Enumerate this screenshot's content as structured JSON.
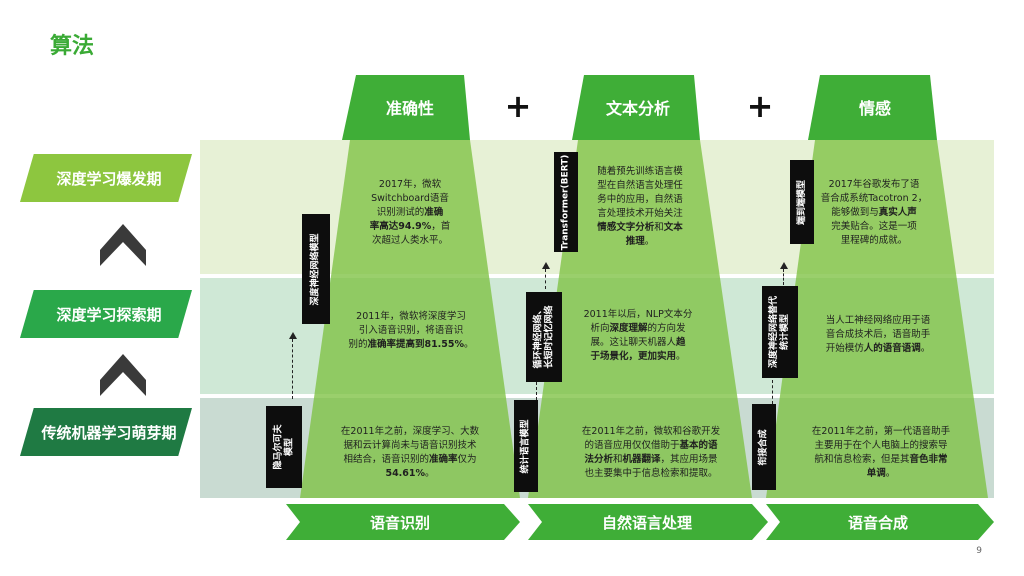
{
  "title": "算法",
  "columns": [
    {
      "header": "准确性",
      "footer": "语音识别"
    },
    {
      "header": "文本分析",
      "footer": "自然语言处理"
    },
    {
      "header": "情感",
      "footer": "语音合成"
    }
  ],
  "plus_symbol": "+",
  "rows": [
    {
      "label": "深度学习爆发期"
    },
    {
      "label": "深度学习探索期"
    },
    {
      "label": "传统机器学习萌芽期"
    }
  ],
  "cells": {
    "c1_r1": {
      "a": "2017年，微软",
      "b": "Switchboard语音",
      "c": "识别测试的",
      "c_bold": "准确",
      "d_bold": "率高达94.9%",
      "d": "，首",
      "e": "次超过人类水平。"
    },
    "c1_r2": {
      "a": "2011年，微软将深度学习",
      "b": "引入语音识别，将语音识",
      "c": "别的",
      "c_bold": "准确率提高到81.55%",
      "d": "。"
    },
    "c1_r3": {
      "a": "在2011年之前，深度学习、大数",
      "b": "据和云计算尚未与语音识别技术",
      "c": "相结合，语音识别的",
      "c_bold": "准确率",
      "d": "仅为",
      "e_bold": "54.61%",
      "e": "。"
    },
    "c2_r1": {
      "a": "随着预先训练语言模",
      "b": "型在自然语言处理任",
      "c": "务中的应用，自然语",
      "d": "言处理技术开始关注",
      "e_bold": "情感文字分析",
      "e": "和",
      "f_bold": "文本",
      "g_bold": "推理",
      "g": "。"
    },
    "c2_r2": {
      "a": "2011年以后，NLP文本分",
      "b": "析向",
      "b_bold": "深度理解",
      "b2": "的方向发",
      "c": "展。这让聊天机器人",
      "c_bold": "趋",
      "d_bold": "于场景化，更加实用",
      "d": "。"
    },
    "c2_r3": {
      "a": "在2011年之前，微软和谷歌开发",
      "b": "的语音应用仅仅借助于",
      "b_bold": "基本的语",
      "c_bold": "法分析",
      "c": "和",
      "c2_bold": "机器翻译",
      "c2": "，其应用场景",
      "d": "也主要集中于信息检索和提取。"
    },
    "c3_r1": {
      "a": "2017年谷歌发布了语",
      "b": "音合成系统Tacotron 2，",
      "c": "能够做到与",
      "c_bold": "真实人声",
      "d": "完美贴合。这是一项",
      "e": "里程碑的成就。"
    },
    "c3_r2": {
      "a": "当人工神经网络应用于语",
      "b": "音合成技术后，语音助手",
      "c": "开始模仿",
      "c_bold": "人的语音语调",
      "d": "。"
    },
    "c3_r3": {
      "a": "在2011年之前，第一代语音助手",
      "b": "主要用于在个人电脑上的搜索导",
      "c": "航和信息检索，但是其",
      "c_bold": "音色非常",
      "d_bold": "单调",
      "d": "。"
    }
  },
  "tags": {
    "c1_upper": "深度神经网络模型",
    "c1_lower_1": "隐马尔可夫",
    "c1_lower_2": "模型",
    "c2_top": "Transformer(BERT)",
    "c2_mid_1": "循环神经网络、",
    "c2_mid_2": "长短时记忆网络",
    "c2_low": "统计语言模型",
    "c3_top": "端到端模型",
    "c3_mid_1": "深度神经网络替代",
    "c3_mid_2": "统计模型",
    "c3_low": "衔接合成"
  },
  "page_number": "9",
  "colors": {
    "light_green": "#8dc63f",
    "mid_green": "#2aa84a",
    "dark_green": "#1f7a43",
    "trap_green": "#78c142"
  }
}
